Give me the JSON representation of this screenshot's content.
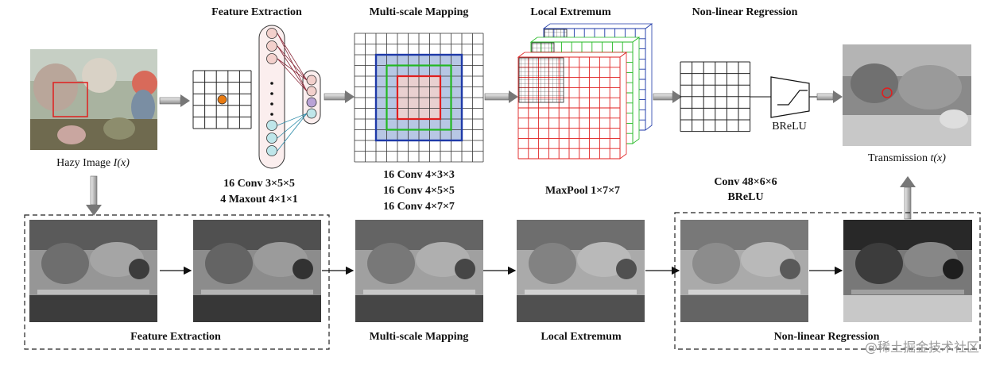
{
  "top_titles": {
    "feature_extraction": "Feature Extraction",
    "multi_scale_mapping": "Multi-scale Mapping",
    "local_extremum": "Local Extremum",
    "nonlinear_regression": "Non-linear Regression"
  },
  "input_caption_prefix": "Hazy Image ",
  "input_caption_var": "I(x)",
  "output_caption_prefix": "Transmission ",
  "output_caption_var": "t(x)",
  "brelu_label": "BReLU",
  "layer_params": {
    "fe_line1": "16 Conv 3×5×5",
    "fe_line2": "4 Maxout  4×1×1",
    "ms_line1": "16 Conv  4×3×3",
    "ms_line2": "16 Conv  4×5×5",
    "ms_line3": "16 Conv  4×7×7",
    "le_line1": "MaxPool  1×7×7",
    "nr_line1": "Conv  48×6×6",
    "nr_line2": "BReLU"
  },
  "bottom_titles": {
    "feature_extraction": "Feature Extraction",
    "multi_scale_mapping": "Multi-scale Mapping",
    "local_extremum": "Local Extremum",
    "nonlinear_regression": "Non-linear Regression"
  },
  "watermark": "@稀土掘金技术社区",
  "colors": {
    "node_pink": "#f3d0cc",
    "node_purple": "#b9a2d6",
    "node_cyan": "#bfe6ea",
    "highlight_orange": "#e87a10",
    "blue_region": "#b7c7e4",
    "blue_frame": "#1f3aa8",
    "green_frame": "#22b822",
    "red_frame": "#e01e1e",
    "pink_region": "#e9d0d0"
  }
}
